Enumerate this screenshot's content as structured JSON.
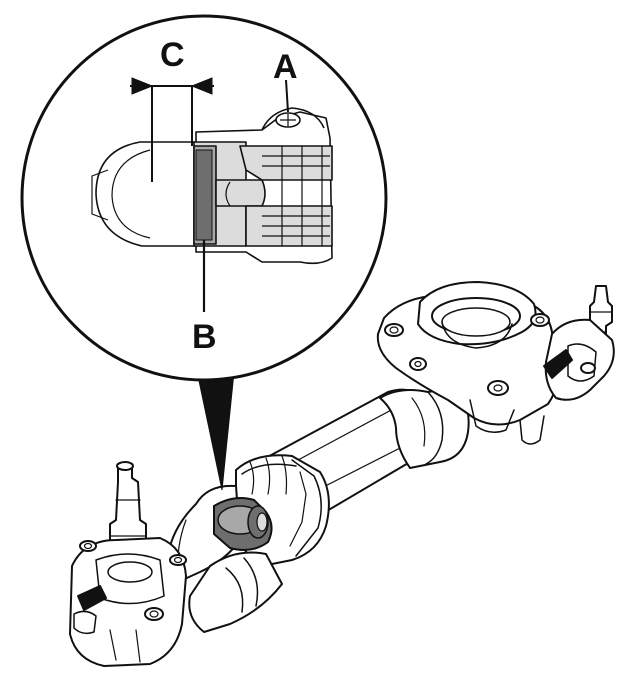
{
  "diagram": {
    "labels": {
      "a": "A",
      "b": "B",
      "c": "C"
    },
    "colors": {
      "line": "#111111",
      "fill": "#ffffff",
      "shade_light": "#dcdcdc",
      "shade_mid": "#a8a8a8",
      "shade_dark": "#6e6e6e"
    }
  }
}
